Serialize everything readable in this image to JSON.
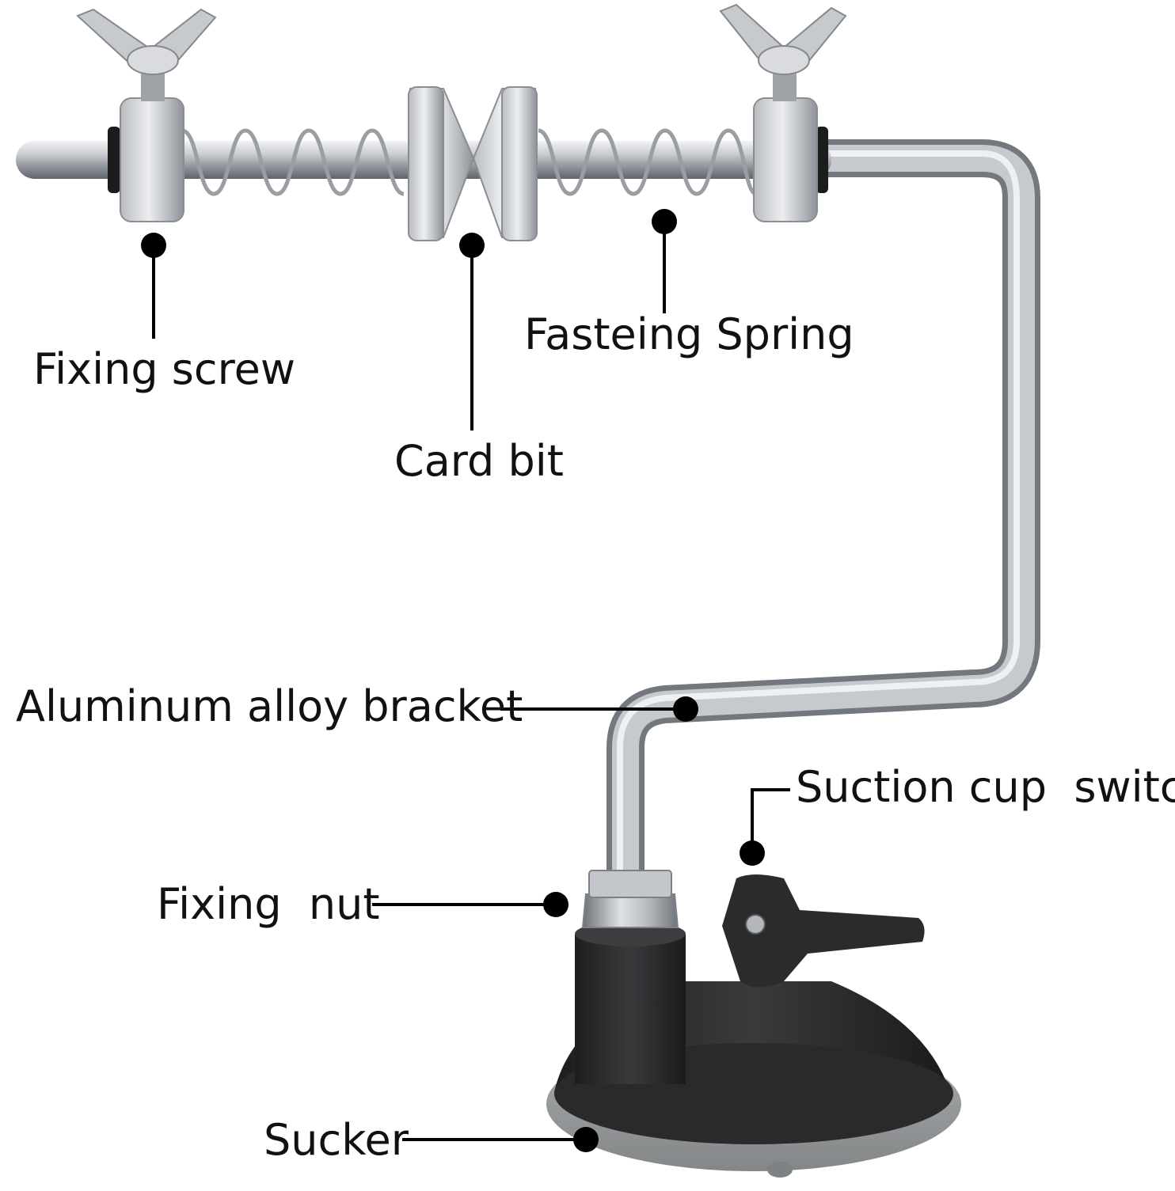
{
  "colors": {
    "background": "#ffffff",
    "steel_light": "#e4e6e9",
    "steel_mid": "#aeb2b7",
    "steel_dark": "#6c7177",
    "rubber_black": "#2b2b2d",
    "rubber_grey": "#8f9294",
    "leader_line": "#000000"
  },
  "labels": {
    "fixing_screw": "Fixing screw",
    "card_bit": "Card bit",
    "fasteing_spring": "Fasteing Spring",
    "aluminum_alloy_bracket": "Aluminum alloy bracket",
    "suction_cup_switch": "Suction cup  switch",
    "fixing_nut": "Fixing  nut",
    "sucker": "Sucker"
  }
}
